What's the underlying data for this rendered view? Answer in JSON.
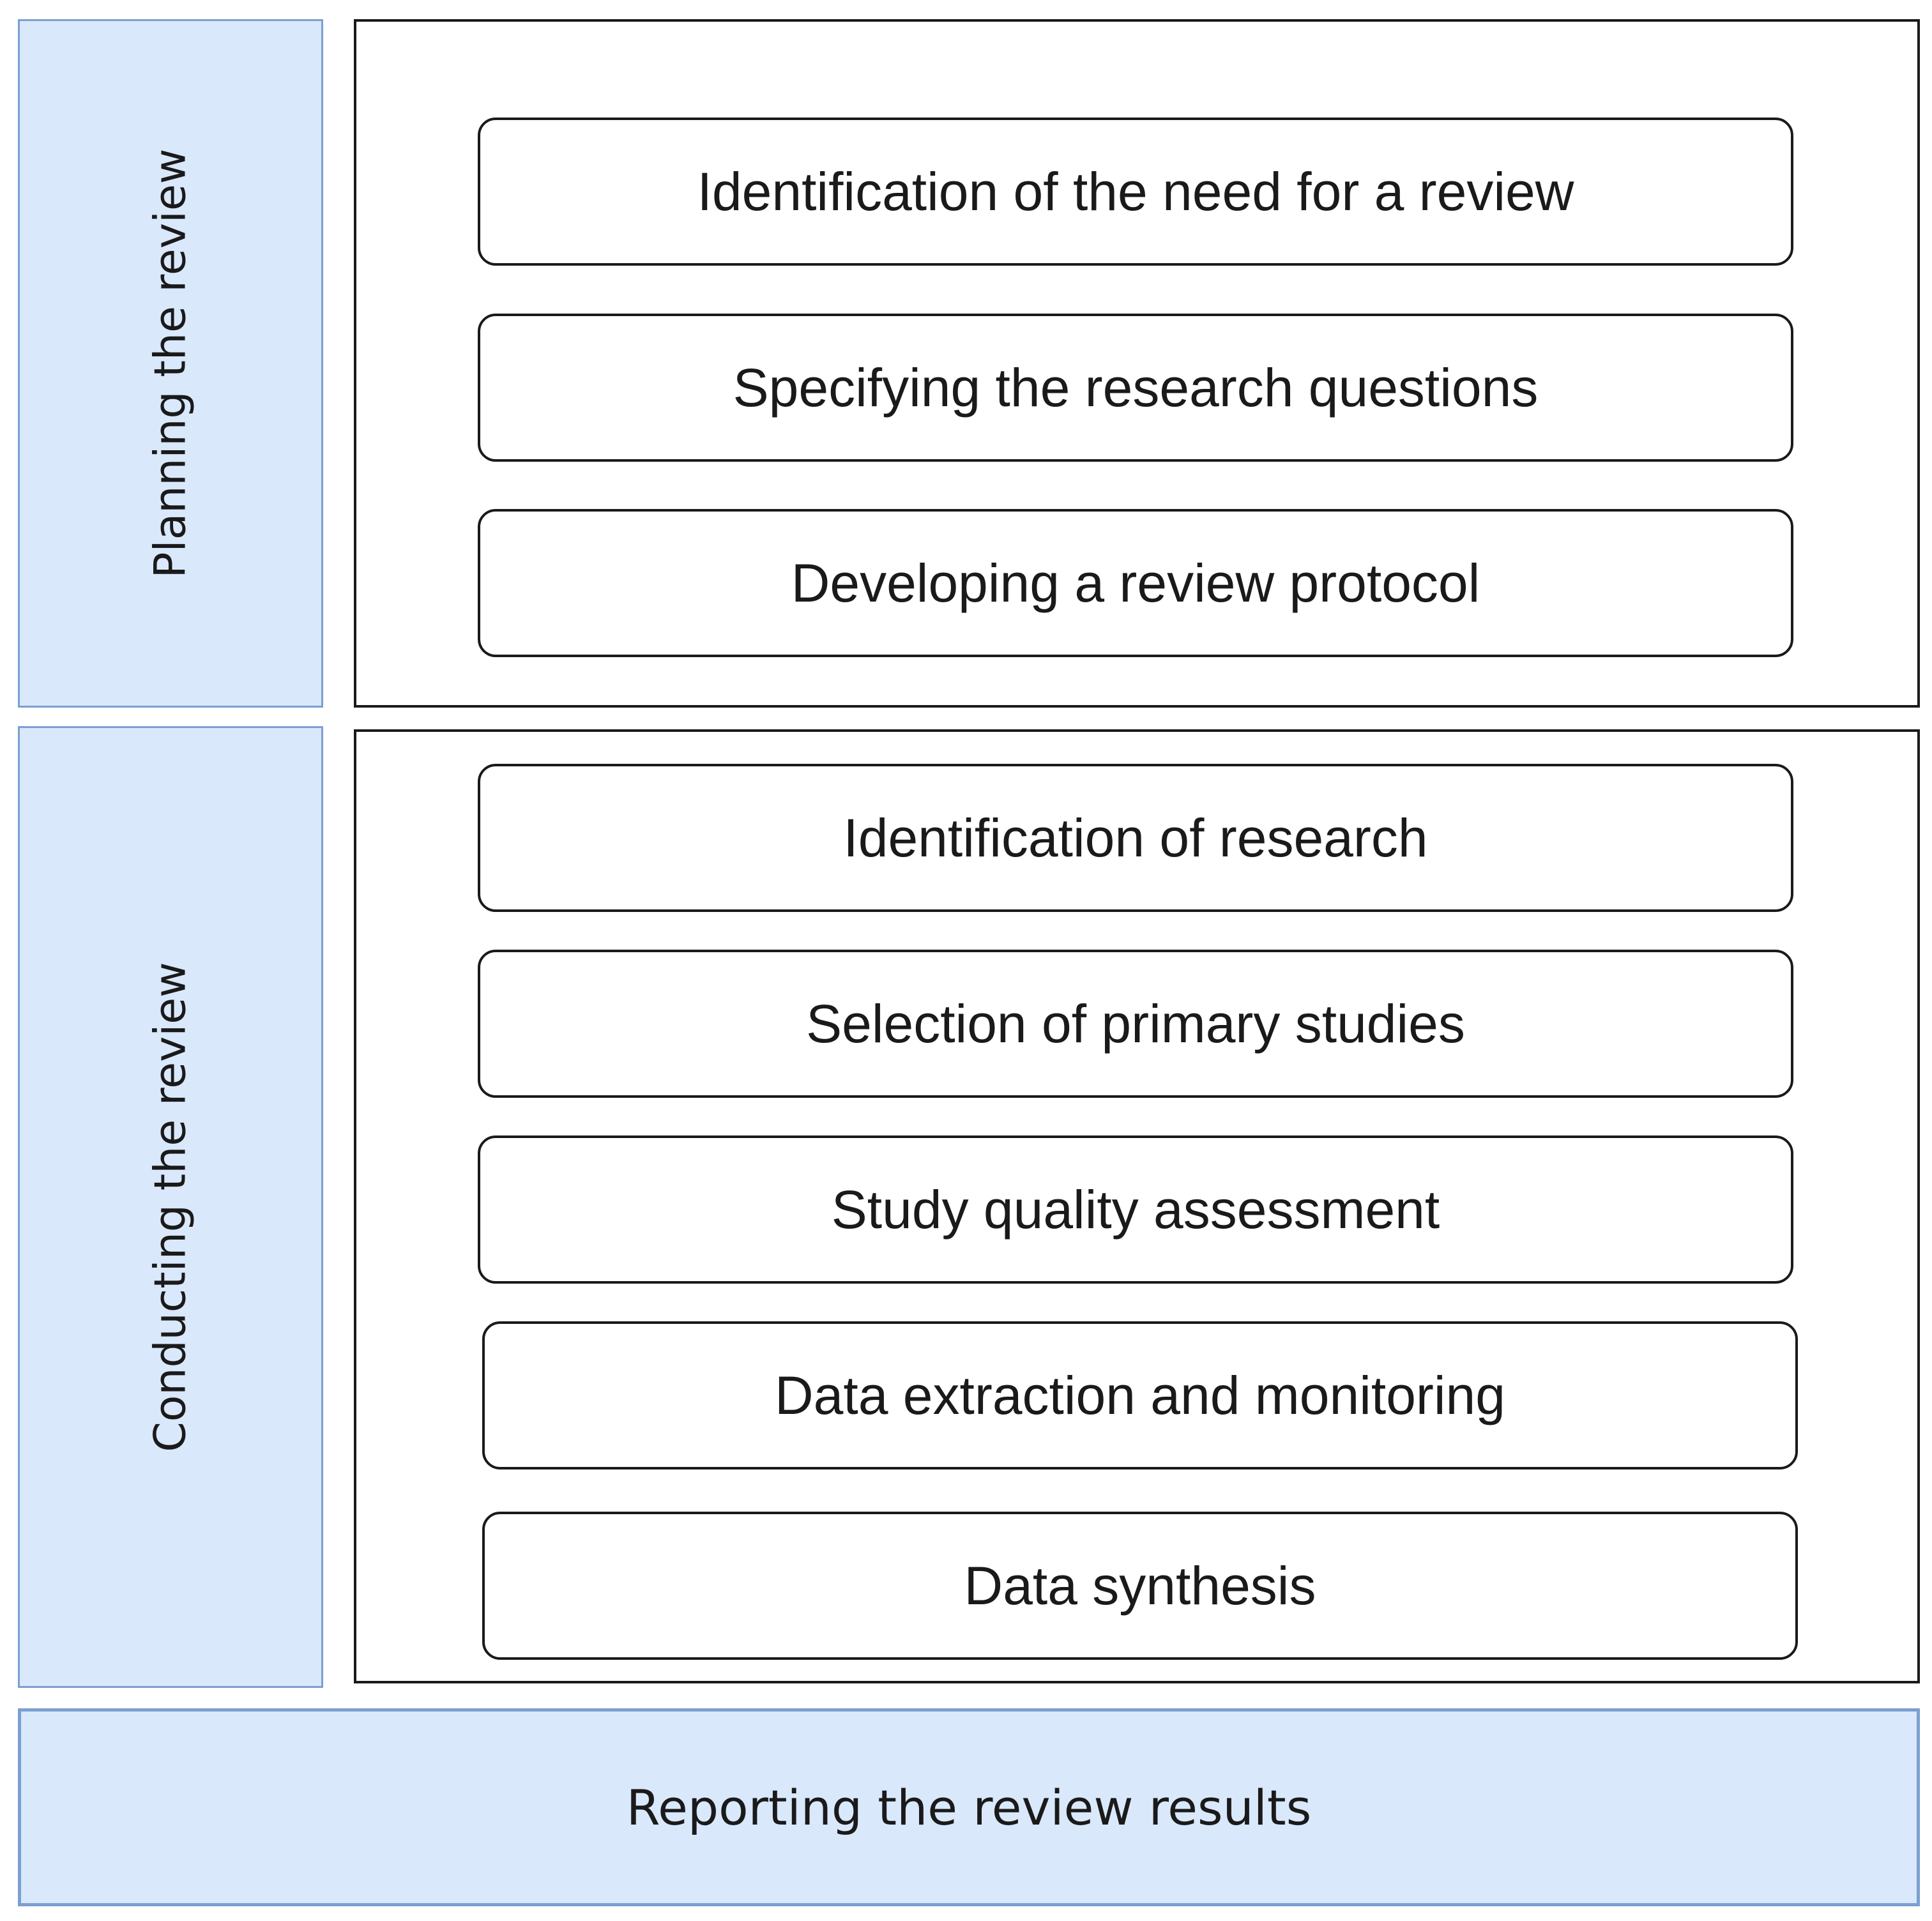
{
  "planning": {
    "label": "Planning the review",
    "steps": [
      "Identification of the need for a review",
      "Specifying the research questions",
      "Developing a review protocol"
    ]
  },
  "conducting": {
    "label": "Conducting the review",
    "steps": [
      "Identification of research",
      "Selection of primary studies",
      "Study quality assessment",
      "Data extraction and monitoring",
      "Data synthesis"
    ]
  },
  "reporting": {
    "label": "Reporting the review results"
  },
  "colors": {
    "phase_fill": "#dae8fc",
    "phase_border": "#7b9fd0",
    "box_border": "#1a1a1a"
  }
}
